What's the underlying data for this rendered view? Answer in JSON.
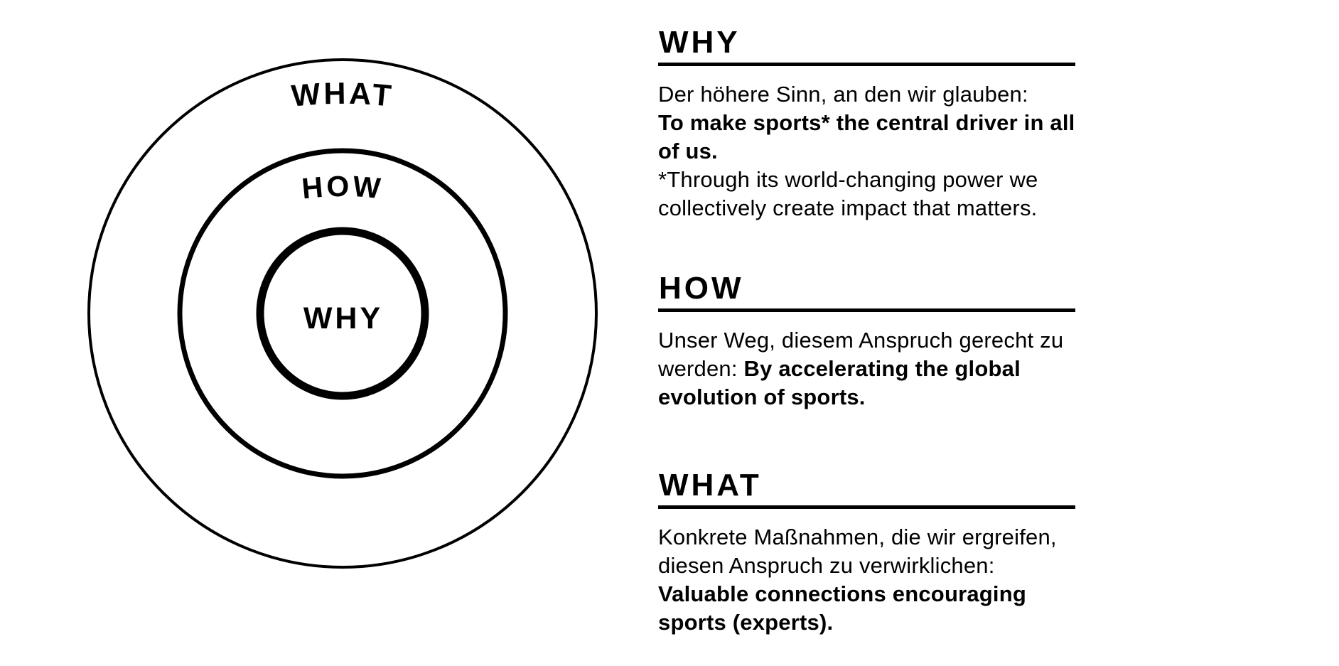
{
  "diagram": {
    "outer_label": "WHAT",
    "middle_label": "HOW",
    "inner_label": "WHY"
  },
  "why": {
    "title": "WHY",
    "intro": "Der höhere Sinn, an den wir glauben:",
    "highlight": "To make sports* the central driver in all of us.",
    "footnote": "*Through its world-changing power we collectively create impact that matters."
  },
  "how": {
    "title": "HOW",
    "intro": "Unser Weg, diesem Anspruch gerecht zu werden:",
    "highlight": "By accelerating the global evolution of sports."
  },
  "what": {
    "title": "WHAT",
    "intro": "Konkrete Maßnahmen, die wir ergreifen, diesen Anspruch zu verwirklichen:",
    "highlight": "Valuable connections encouraging sports (experts)."
  }
}
